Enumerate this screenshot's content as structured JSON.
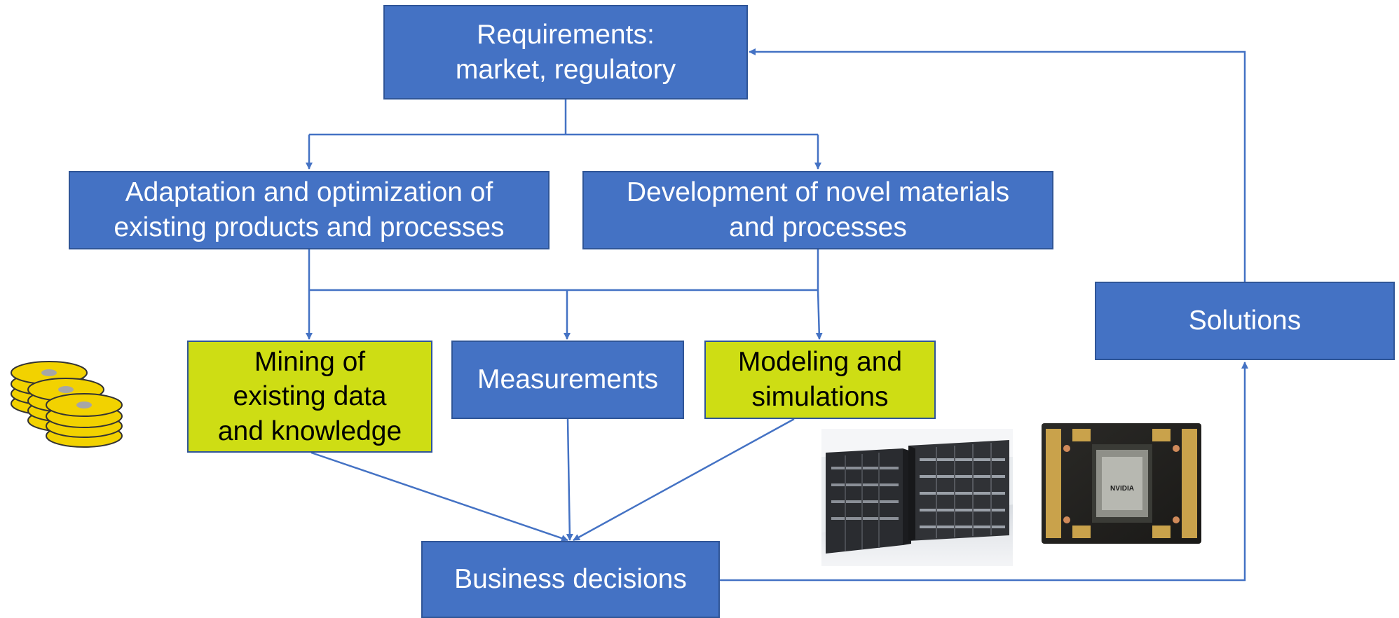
{
  "nodes": {
    "requirements": "Requirements:\nmarket, regulatory",
    "adaptation": "Adaptation and optimization of\nexisting products and processes",
    "development": "Development of novel materials\nand processes",
    "mining": "Mining of\nexisting data\nand knowledge",
    "measurements": "Measurements",
    "modeling": "Modeling and\nsimulations",
    "solutions": "Solutions",
    "business": "Business decisions"
  },
  "colors": {
    "box_blue": "#4472c4",
    "box_border": "#2f5597",
    "box_lime": "#cedd14",
    "connector": "#4472c4",
    "disk_yellow": "#f2d200"
  },
  "images": {
    "database": "database-disks-icon",
    "supercomputer": "supercomputer-photo",
    "gpu": "gpu-board-photo"
  },
  "gpu_brand": "NVIDIA"
}
